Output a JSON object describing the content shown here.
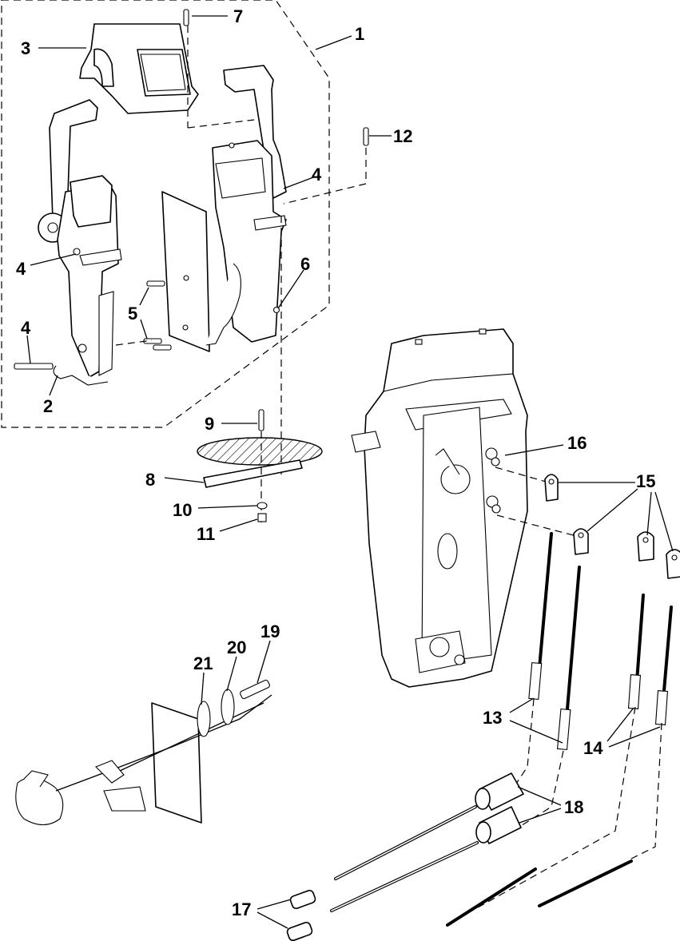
{
  "diagram": {
    "callouts": [
      {
        "id": "c1",
        "label": "1"
      },
      {
        "id": "c2",
        "label": "2"
      },
      {
        "id": "c3",
        "label": "3"
      },
      {
        "id": "c4a",
        "label": "4"
      },
      {
        "id": "c4b",
        "label": "4"
      },
      {
        "id": "c4c",
        "label": "4"
      },
      {
        "id": "c5",
        "label": "5"
      },
      {
        "id": "c6",
        "label": "6"
      },
      {
        "id": "c7",
        "label": "7"
      },
      {
        "id": "c8",
        "label": "8"
      },
      {
        "id": "c9",
        "label": "9"
      },
      {
        "id": "c10",
        "label": "10"
      },
      {
        "id": "c11",
        "label": "11"
      },
      {
        "id": "c12",
        "label": "12"
      },
      {
        "id": "c13",
        "label": "13"
      },
      {
        "id": "c14",
        "label": "14"
      },
      {
        "id": "c15",
        "label": "15"
      },
      {
        "id": "c16",
        "label": "16"
      },
      {
        "id": "c17",
        "label": "17"
      },
      {
        "id": "c18",
        "label": "18"
      },
      {
        "id": "c19",
        "label": "19"
      },
      {
        "id": "c20",
        "label": "20"
      },
      {
        "id": "c21",
        "label": "21"
      }
    ]
  }
}
